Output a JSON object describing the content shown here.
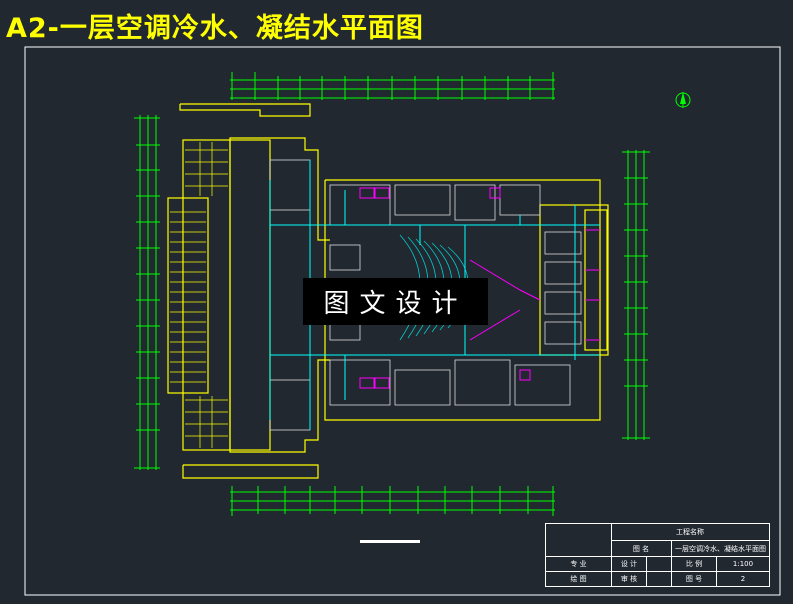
{
  "title": "A2-一层空调冷水、凝结水平面图",
  "watermark": "图文设计",
  "title_block": {
    "project_label": "工程名称",
    "drawing_name_label": "图 名",
    "drawing_name": "一层空调冷水、凝结水平面图",
    "specialty_label": "专 业",
    "design_label": "设 计",
    "scale_label": "比 例",
    "scale_value": "1:100",
    "drawn_label": "绘 图",
    "review_label": "审 核",
    "sheet_label": "图 号",
    "sheet_value": "2"
  },
  "colors": {
    "background": "#212830",
    "walls": "#ffff00",
    "dimensions": "#00ff00",
    "pipes_cold": "#00ffff",
    "pipes_condensate": "#ff00ff",
    "frame": "#ffffff",
    "title_text": "#ffff00"
  },
  "icons": [
    "north-arrow-icon"
  ]
}
